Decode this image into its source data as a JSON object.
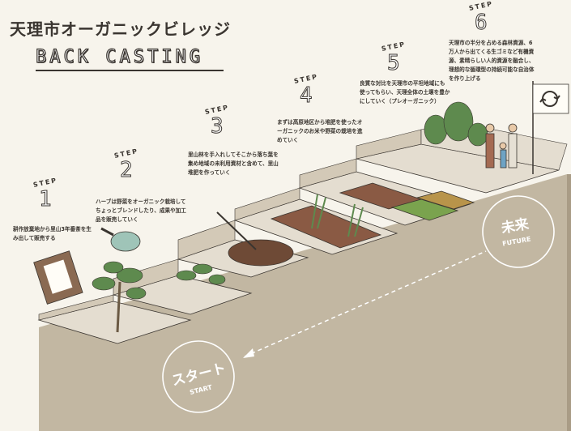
{
  "title": "天理市オーガニックビレッジ",
  "subtitle": "BACK CASTING",
  "steps": [
    {
      "word": "STEP",
      "num": "1",
      "text": "耕作放棄地から里山3年番茶を生み出して販売する"
    },
    {
      "word": "STEP",
      "num": "2",
      "text": "ハーブは野菜をオーガニック栽培してちょっとブレンドしたり、成果や加工品を販売していく"
    },
    {
      "word": "STEP",
      "num": "3",
      "text": "里山林を手入れしてそこから落ち葉を集め地域の未利用資材と含めて、里山堆肥を作っていく"
    },
    {
      "word": "STEP",
      "num": "4",
      "text": "まずは高原地区から堆肥を使ったオーガニックのお米や野菜の栽培を進めていく"
    },
    {
      "word": "STEP",
      "num": "5",
      "text": "良質な対比を天理市の平坦地域にも使ってもらい、天理全体の土壌を豊かにしていく（プレオーガニック）"
    },
    {
      "word": "STEP",
      "num": "6",
      "text": "天理市の半分を占める森林資源、6万人から出てくる生ゴミなど有機資源、素晴らしい人的資源を融合し、理想的な循環型の持続可能な自治体を作り上げる"
    }
  ],
  "start_label": "スタート",
  "start_sub": "START",
  "future_label": "未来",
  "future_sub": "FUTURE",
  "colors": {
    "background": "#f7f4ec",
    "stair_top": "#e4ddd0",
    "stair_face": "#c2b7a2",
    "stair_side": "#a99c86",
    "soil": "#8a5a44",
    "leaf": "#5e8a4e",
    "ink": "#3a3530"
  }
}
